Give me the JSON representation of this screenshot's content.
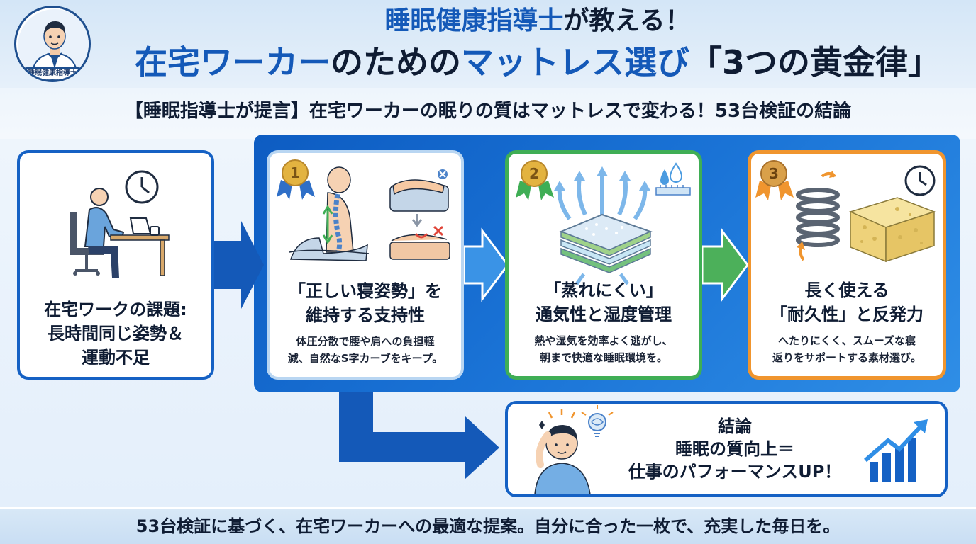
{
  "header": {
    "title_line1_main": "睡眠健康指導士",
    "title_line1_rest": "が教える！",
    "title_line2_a": "在宅ワーカー",
    "title_line2_b": "のための",
    "title_line2_c": "マットレス選び",
    "title_line2_d": "「3つの黄金律」",
    "badge_label": "睡眠健康指導士"
  },
  "subheader": {
    "text": "【睡眠指導士が提言】在宅ワーカーの眠りの質はマットレスで変わる！53台検証の結論"
  },
  "problem_card": {
    "line1": "在宅ワークの課題:",
    "line2": "長時間同じ姿勢＆",
    "line3": "運動不足",
    "icons": [
      "clock-icon",
      "desk-worker-icon"
    ]
  },
  "rules": [
    {
      "number": "1",
      "heading_line1": "「正しい寝姿勢」を",
      "heading_line2": "維持する支持性",
      "desc_line1": "体圧分散で腰や肩への負担軽",
      "desc_line2": "減、自然なS字カーブをキープ。",
      "accent": "#b9d6f2",
      "medal": "gold"
    },
    {
      "number": "2",
      "heading_line1": "「蒸れにくい」",
      "heading_line2": "通気性と湿度管理",
      "desc_line1": "熱や湿気を効率よく逃がし、",
      "desc_line2": "朝まで快適な睡眠環境を。",
      "accent": "#3fae55",
      "medal": "gold"
    },
    {
      "number": "3",
      "heading_line1": "長く使える",
      "heading_line2": "「耐久性」と反発力",
      "desc_line1": "へたりにくく、スムーズな寝",
      "desc_line2": "返りをサポートする素材選び。",
      "accent": "#f0952e",
      "medal": "bronze"
    }
  ],
  "conclusion": {
    "line1": "結論",
    "line2": "睡眠の質向上＝",
    "line3": "仕事のパフォーマンスUP！"
  },
  "footer": {
    "text": "53台検証に基づく、在宅ワーカーへの最適な提案。自分に合った一枚で、充実した毎日を。"
  },
  "colors": {
    "brand_blue": "#1459b8",
    "panel_blue": "#0d5cc2",
    "green": "#3fae55",
    "orange": "#f0952e",
    "text_dark": "#0f1c33"
  }
}
